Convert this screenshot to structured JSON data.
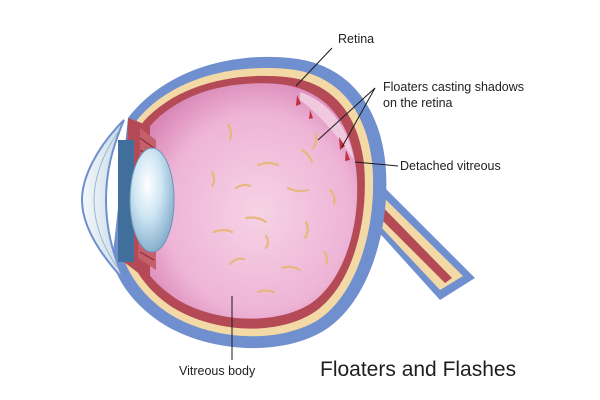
{
  "title": "Floaters and Flashes",
  "labels": {
    "retina": "Retina",
    "floaters_line1": "Floaters casting shadows",
    "floaters_line2": "on the retina",
    "detached": "Detached vitreous",
    "vitreous_body": "Vitreous body"
  },
  "colors": {
    "sclera": "#6f8fcf",
    "choroid_band": "#f3d9a6",
    "retina_layer": "#b34a55",
    "vitreous": "#e9a6cc",
    "vitreous_light": "#f6d3e6",
    "lens": "#c9e3f3",
    "cornea": "#dde9f2",
    "floaters": "#e7b77f"
  }
}
